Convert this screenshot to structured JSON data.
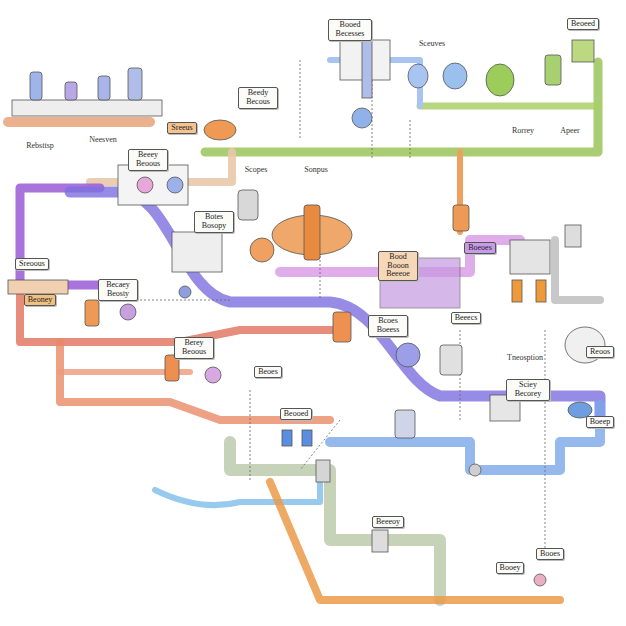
{
  "diagram": {
    "nodes": [
      {
        "text": [
          "Booed Becesses"
        ]
      },
      {
        "text": [
          "Beoeed"
        ]
      },
      {
        "text": [
          "Beedy Becous"
        ]
      },
      {
        "text": [
          "Sreeus"
        ]
      },
      {
        "text": [
          "Beeey Beoous"
        ]
      },
      {
        "text": [
          "Botes Bosopy"
        ]
      },
      {
        "text": [
          "Bood Booon Beeeoe"
        ]
      },
      {
        "text": [
          "Boeoes"
        ]
      },
      {
        "text": [
          "Sreoous"
        ]
      },
      {
        "text": [
          "Becaey Beosty"
        ]
      },
      {
        "text": [
          "Beoney"
        ]
      },
      {
        "text": [
          "Beeecs"
        ]
      },
      {
        "text": [
          "Bcoes Boeess"
        ]
      },
      {
        "text": [
          "Reoos"
        ]
      },
      {
        "text": [
          "Berey Beoous"
        ]
      },
      {
        "text": [
          "Beoes"
        ]
      },
      {
        "text": [
          "Sciey Becorey"
        ]
      },
      {
        "text": [
          "Beooed"
        ]
      },
      {
        "text": [
          "Boeep"
        ]
      },
      {
        "text": [
          "Beeeoy"
        ]
      },
      {
        "text": [
          "Booes"
        ]
      },
      {
        "text": [
          "Booey"
        ]
      }
    ],
    "labels": [
      "Rebsttsp",
      "Neesven",
      "Sceuves",
      "Scopes",
      "Sonpus",
      "Rorrey",
      "Apeer",
      "Tneosption"
    ]
  }
}
